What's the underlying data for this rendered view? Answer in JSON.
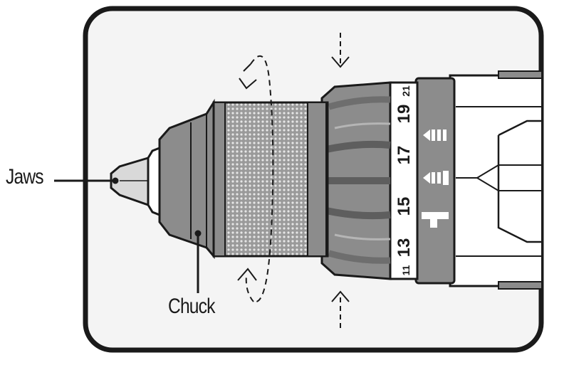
{
  "labels": {
    "jaws": "Jaws",
    "chuck": "Chuck"
  },
  "torque_scale": {
    "numbers": [
      "21",
      "19",
      "17",
      "15",
      "13",
      "11"
    ]
  },
  "mode_icons": [
    "drill-bit-icon",
    "screw-icon",
    "hammer-icon"
  ],
  "colors": {
    "outline": "#1a1a1a",
    "body_grey": "#8c8c8c",
    "dark_grey": "#6e6e6e",
    "light_grey": "#d9d9d9",
    "frame_fill": "#f2f2f2"
  }
}
